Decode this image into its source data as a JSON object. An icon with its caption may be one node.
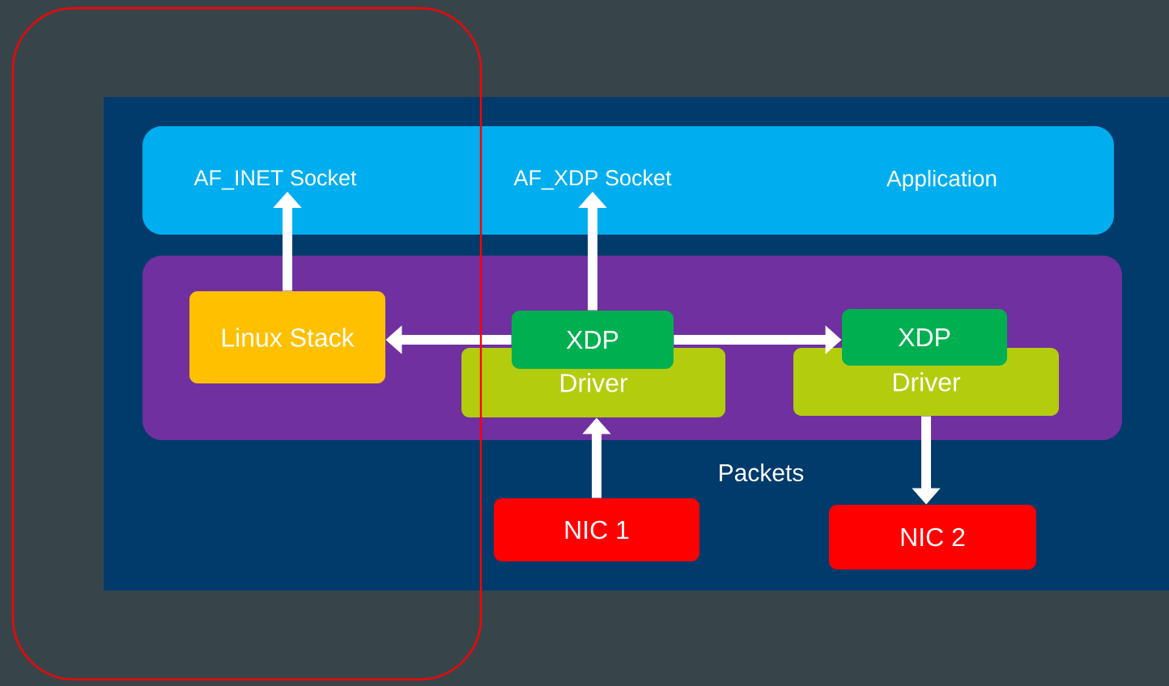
{
  "diagram": {
    "nodes": [
      {
        "text": [
          "Application"
        ]
      },
      {
        "text": [
          "AF_INET Socket"
        ],
        "in": 0
      },
      {
        "text": [
          "AF_XDP Socket"
        ],
        "in": 0
      },
      {
        "text": [],
        "shape": "box"
      },
      {
        "text": [
          "Linux Stack"
        ],
        "in": 3
      },
      {
        "text": [
          "XDP"
        ],
        "in": 3
      },
      {
        "text": [
          "Driver"
        ],
        "in": 3
      },
      {
        "text": [
          "XDP"
        ],
        "in": 3
      },
      {
        "text": [
          "Driver"
        ],
        "in": 3
      },
      {
        "text": [
          "NIC 1"
        ]
      },
      {
        "text": [
          "NIC 2"
        ]
      }
    ],
    "edges": [
      {
        "from": 4,
        "to": 1,
        "arrow": "to"
      },
      {
        "from": 5,
        "to": 2,
        "arrow": "to"
      },
      {
        "from": 5,
        "to": 4,
        "arrow": "to"
      },
      {
        "from": 5,
        "to": 7,
        "arrow": "to"
      },
      {
        "from": 9,
        "to": 6,
        "arrow": "to"
      },
      {
        "from": 8,
        "to": 10,
        "arrow": "to"
      }
    ],
    "labels": [
      "Packets"
    ]
  }
}
